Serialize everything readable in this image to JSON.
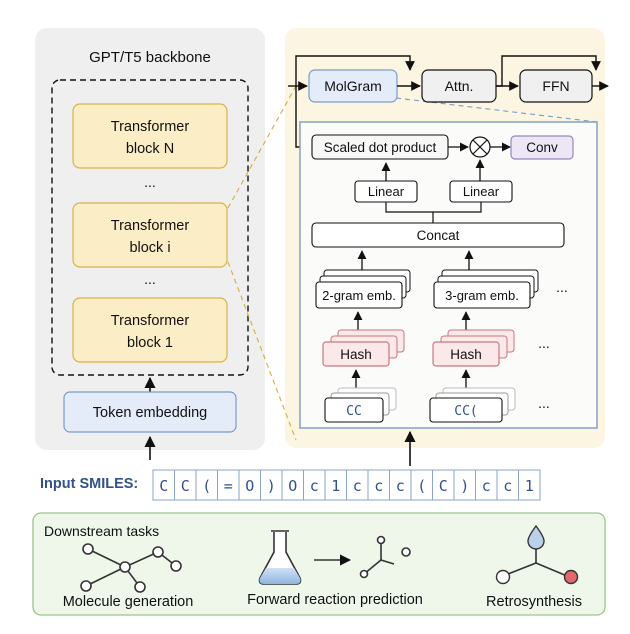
{
  "backbone": {
    "title": "GPT/T5 backbone",
    "block_n_line1": "Transformer",
    "block_n_line2": "block N",
    "dots_top": "...",
    "block_i_line1": "Transformer",
    "block_i_line2": "block i",
    "dots_mid": "...",
    "block_1_line1": "Transformer",
    "block_1_line2": "block 1",
    "token_embedding": "Token embedding"
  },
  "detail": {
    "molgram": "MolGram",
    "attn": "Attn.",
    "ffn": "FFN",
    "scaled_dot": "Scaled dot product",
    "multiply_symbol": "⊗",
    "conv": "Conv",
    "linear_left": "Linear",
    "linear_right": "Linear",
    "concat": "Concat",
    "emb_2gram": "2-gram emb.",
    "emb_3gram": "3-gram emb.",
    "hash_left": "Hash",
    "hash_right": "Hash",
    "token_left": "CC",
    "token_right": "CC(",
    "dots": "..."
  },
  "input": {
    "label": "Input SMILES:",
    "tokens": [
      "C",
      "C",
      "(",
      "=",
      "O",
      ")",
      "O",
      "c",
      "1",
      "c",
      "c",
      "c",
      "(",
      "C",
      ")",
      "c",
      "c",
      "1"
    ]
  },
  "downstream": {
    "title": "Downstream tasks",
    "task1": "Molecule generation",
    "task2": "Forward reaction prediction",
    "task3": "Retrosynthesis"
  },
  "colors": {
    "yellow_fill": "#fbeec6",
    "yellow_stroke": "#d9b24c",
    "blue_fill": "#e3ecf8",
    "blue_stroke": "#7a9cc8",
    "red_fill": "#fbe9ea",
    "red_stroke": "#c9777d",
    "purple_fill": "#ece6f5",
    "purple_stroke": "#9a86bf",
    "green_fill": "#eef7ea",
    "green_stroke": "#9cc48c",
    "token_text": "#33518a"
  }
}
